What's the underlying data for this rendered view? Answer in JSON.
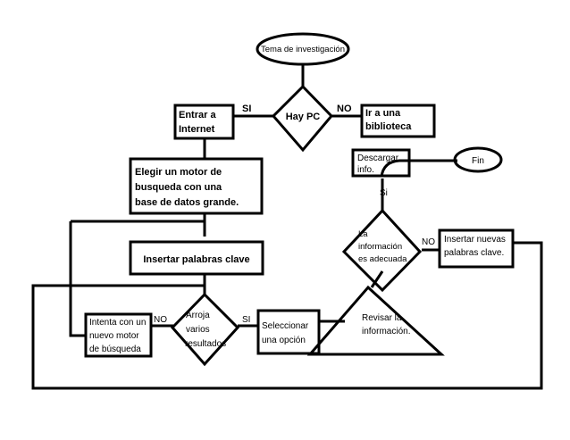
{
  "nodes": {
    "topic": "Tema de investigación",
    "has_pc": "Hay PC",
    "go_library": [
      "Ir a  una",
      "biblioteca"
    ],
    "internet": [
      "Entrar a",
      "Internet"
    ],
    "engine": [
      "Elegir un motor de",
      "busqueda con una",
      "base de datos grande."
    ],
    "keywords": "Insertar palabras clave",
    "results": [
      "Arroja",
      "varios",
      "resultados"
    ],
    "retry_engine": [
      "Intenta con un",
      "nuevo motor",
      "de búsqueda"
    ],
    "select_option": [
      "Seleccionar",
      "una opción"
    ],
    "review": [
      "Revisar la",
      "información."
    ],
    "adequate": [
      "La",
      "información",
      "es adecuada"
    ],
    "new_keywords": [
      "Insertar nuevas",
      "palabras clave."
    ],
    "download": [
      "Descargar",
      "info."
    ],
    "end": "Fin"
  },
  "edge_labels": {
    "pc_yes": "SI",
    "pc_no": "NO",
    "results_no": "NO",
    "results_yes": "SI",
    "adequate_no": "NO",
    "adequate_yes": "Si"
  }
}
